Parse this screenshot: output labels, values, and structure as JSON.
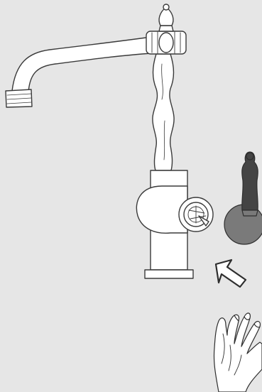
{
  "figure": {
    "kind": "installation-step-illustration",
    "background_color": "#e6e6e6",
    "line_color": "#3a3a3a",
    "fill_color": "#ffffff",
    "handle_color": "#444444",
    "knob_color": "#7a7a7a",
    "parts": [
      {
        "id": "faucet",
        "icon": "faucet-icon"
      },
      {
        "id": "lever",
        "icon": "lever-handle-icon"
      },
      {
        "id": "arrow",
        "icon": "arrow-up-left-icon"
      },
      {
        "id": "hand",
        "icon": "hand-icon"
      }
    ]
  }
}
